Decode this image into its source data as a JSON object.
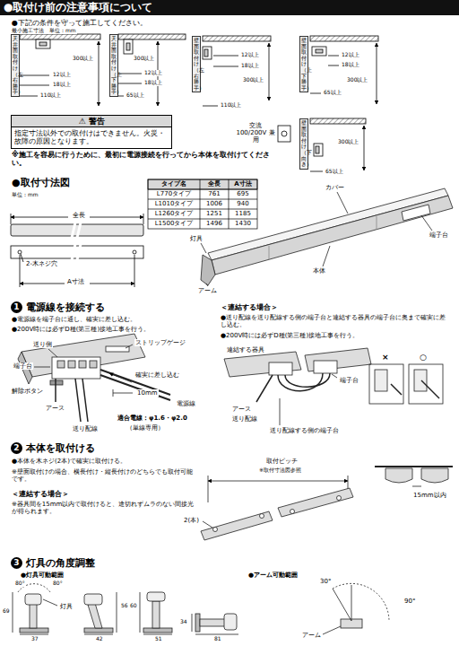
{
  "diagram": {
    "title": "●取付け前の注意事項について",
    "nodes": [
      {
        "text": [
          "⚠ 警告",
          "指定寸法以外での取付けはできません。火災・故障の原因となります。"
        ]
      },
      {
        "text": [
          "天井面取付け（左右勝手）"
        ]
      },
      {
        "text": [
          "天井面取付け（上下勝手）"
        ]
      },
      {
        "text": [
          "壁面取付け（左右勝手）"
        ]
      },
      {
        "text": [
          "壁面取付け（上下勝手）"
        ]
      },
      {
        "text": [
          "壁面取付け（下向き）"
        ]
      },
      {
        "text": [
          "1",
          "電源線を接続する"
        ]
      },
      {
        "text": [
          "2",
          "本体を取付ける"
        ]
      },
      {
        "text": [
          "3",
          "灯具の角度調整"
        ]
      }
    ],
    "labels": [
      "●下記の条件を守って施工してください。",
      "最小施工寸法　単位：mm",
      "300以上",
      "12以上",
      "18以上",
      "110以上",
      "300以上",
      "12以上",
      "18以上",
      "65以上",
      "12以上",
      "18以上",
      "300以上",
      "110以上",
      "12以上",
      "18以上",
      "300以上",
      "65以上",
      "300以上",
      "65以上",
      "交流 100/200V 兼用",
      "※施工を容易に行うために、最初に電源接続を行ってから本体を取付けてください。",
      "●取付寸法図",
      "単位：mm",
      "タイプ名",
      "全長",
      "A寸法",
      "L770タイプ",
      "761",
      "695",
      "L1010タイプ",
      "1006",
      "940",
      "L1260タイプ",
      "1251",
      "1185",
      "L1500タイプ",
      "1496",
      "1430",
      "全長",
      "2-木ネジ穴",
      "A寸法",
      "カバー",
      "灯具",
      "端子台",
      "本体",
      "アーム",
      "●電源線を端子台に通し、確実に差し込む。",
      "●200V時には必ずD種(第三種)接地工事を行う。",
      "ストリップゲージ",
      "送り側",
      "端子台",
      "解除ボタン",
      "確実に差し込む",
      "10mm",
      "電源線",
      "アース",
      "送り配線",
      "適合電線：φ1.6・φ2.0",
      "（単線専用）",
      "＜連結する場合＞",
      "●送り配線を送り配線する側の端子台と連結する器具の端子台に奥まで確実に差し込む。",
      "●200V時には必ずD種(第三種)接地工事を行う。",
      "連結する器具",
      "端子台",
      "アース",
      "送り配線",
      "送り配線する側の端子台",
      "×",
      "○",
      "●本体を木ネジ(2本)で確実に取付ける。",
      "※壁面取付けの場合、横長付け・縦長付けのどちらでも取付可能です。",
      "＜連結する場合＞",
      "※器具間を15mm以内で取付けると、途切れずムラのない間接光が得られます。",
      "取付ピッチ",
      "※取付寸法図参照",
      "2(本)",
      "15mm以内",
      "●灯具可動範囲",
      "●アーム可動範囲",
      "80°",
      "80°",
      "灯具",
      "69",
      "37",
      "56",
      "42",
      "60",
      "51",
      "34",
      "81",
      "30°",
      "90°",
      "アーム"
    ]
  }
}
